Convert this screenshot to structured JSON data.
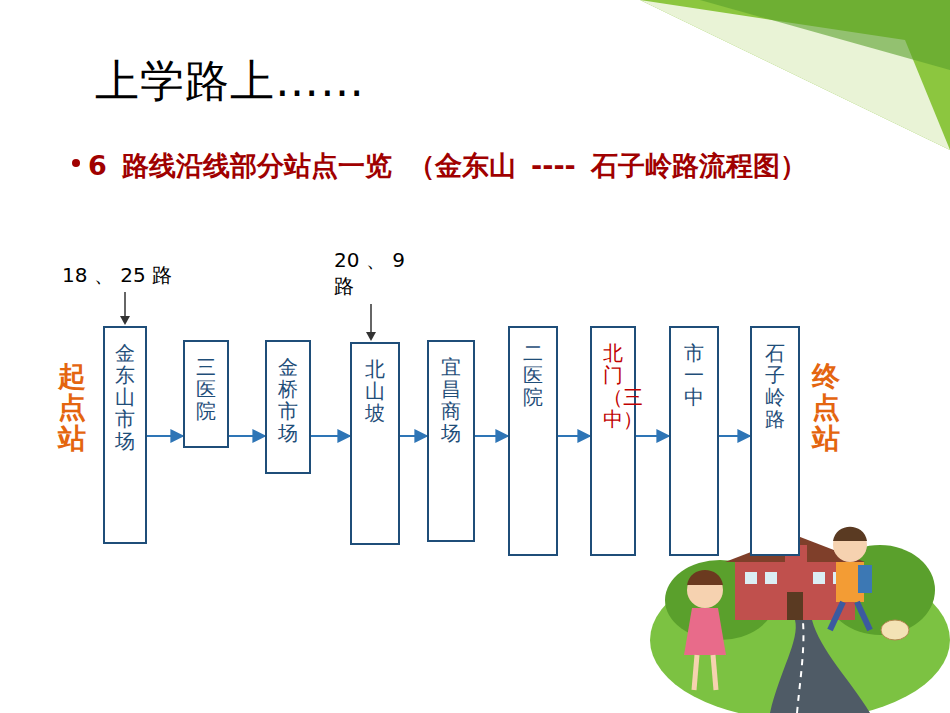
{
  "diagram": {
    "title": "上学路上……",
    "caption": "6 路线沿线部分站点一览 （金东山 ---- 石子岭路流程图）",
    "nodes": [
      {
        "text": [
          "金东山市场"
        ]
      },
      {
        "text": [
          "三医院"
        ]
      },
      {
        "text": [
          "金桥市场"
        ]
      },
      {
        "text": [
          "北山坡"
        ]
      },
      {
        "text": [
          "宜昌商场"
        ]
      },
      {
        "text": [
          "二医院"
        ]
      },
      {
        "text": [
          "北门（三中）"
        ]
      },
      {
        "text": [
          "市一中"
        ]
      },
      {
        "text": [
          "石子岭路"
        ]
      }
    ],
    "edges": [
      {
        "from": 0,
        "to": 1,
        "arrow": "to"
      },
      {
        "from": 1,
        "to": 2,
        "arrow": "to"
      },
      {
        "from": 2,
        "to": 3,
        "arrow": "to"
      },
      {
        "from": 3,
        "to": 4,
        "arrow": "to"
      },
      {
        "from": 4,
        "to": 5,
        "arrow": "to"
      },
      {
        "from": 5,
        "to": 6,
        "arrow": "to"
      },
      {
        "from": 6,
        "to": 7,
        "arrow": "to"
      },
      {
        "from": 7,
        "to": 8,
        "arrow": "to"
      }
    ],
    "labels": [
      "18 、 25 路",
      "20 、 9 路",
      "起点站",
      "终点站"
    ]
  }
}
